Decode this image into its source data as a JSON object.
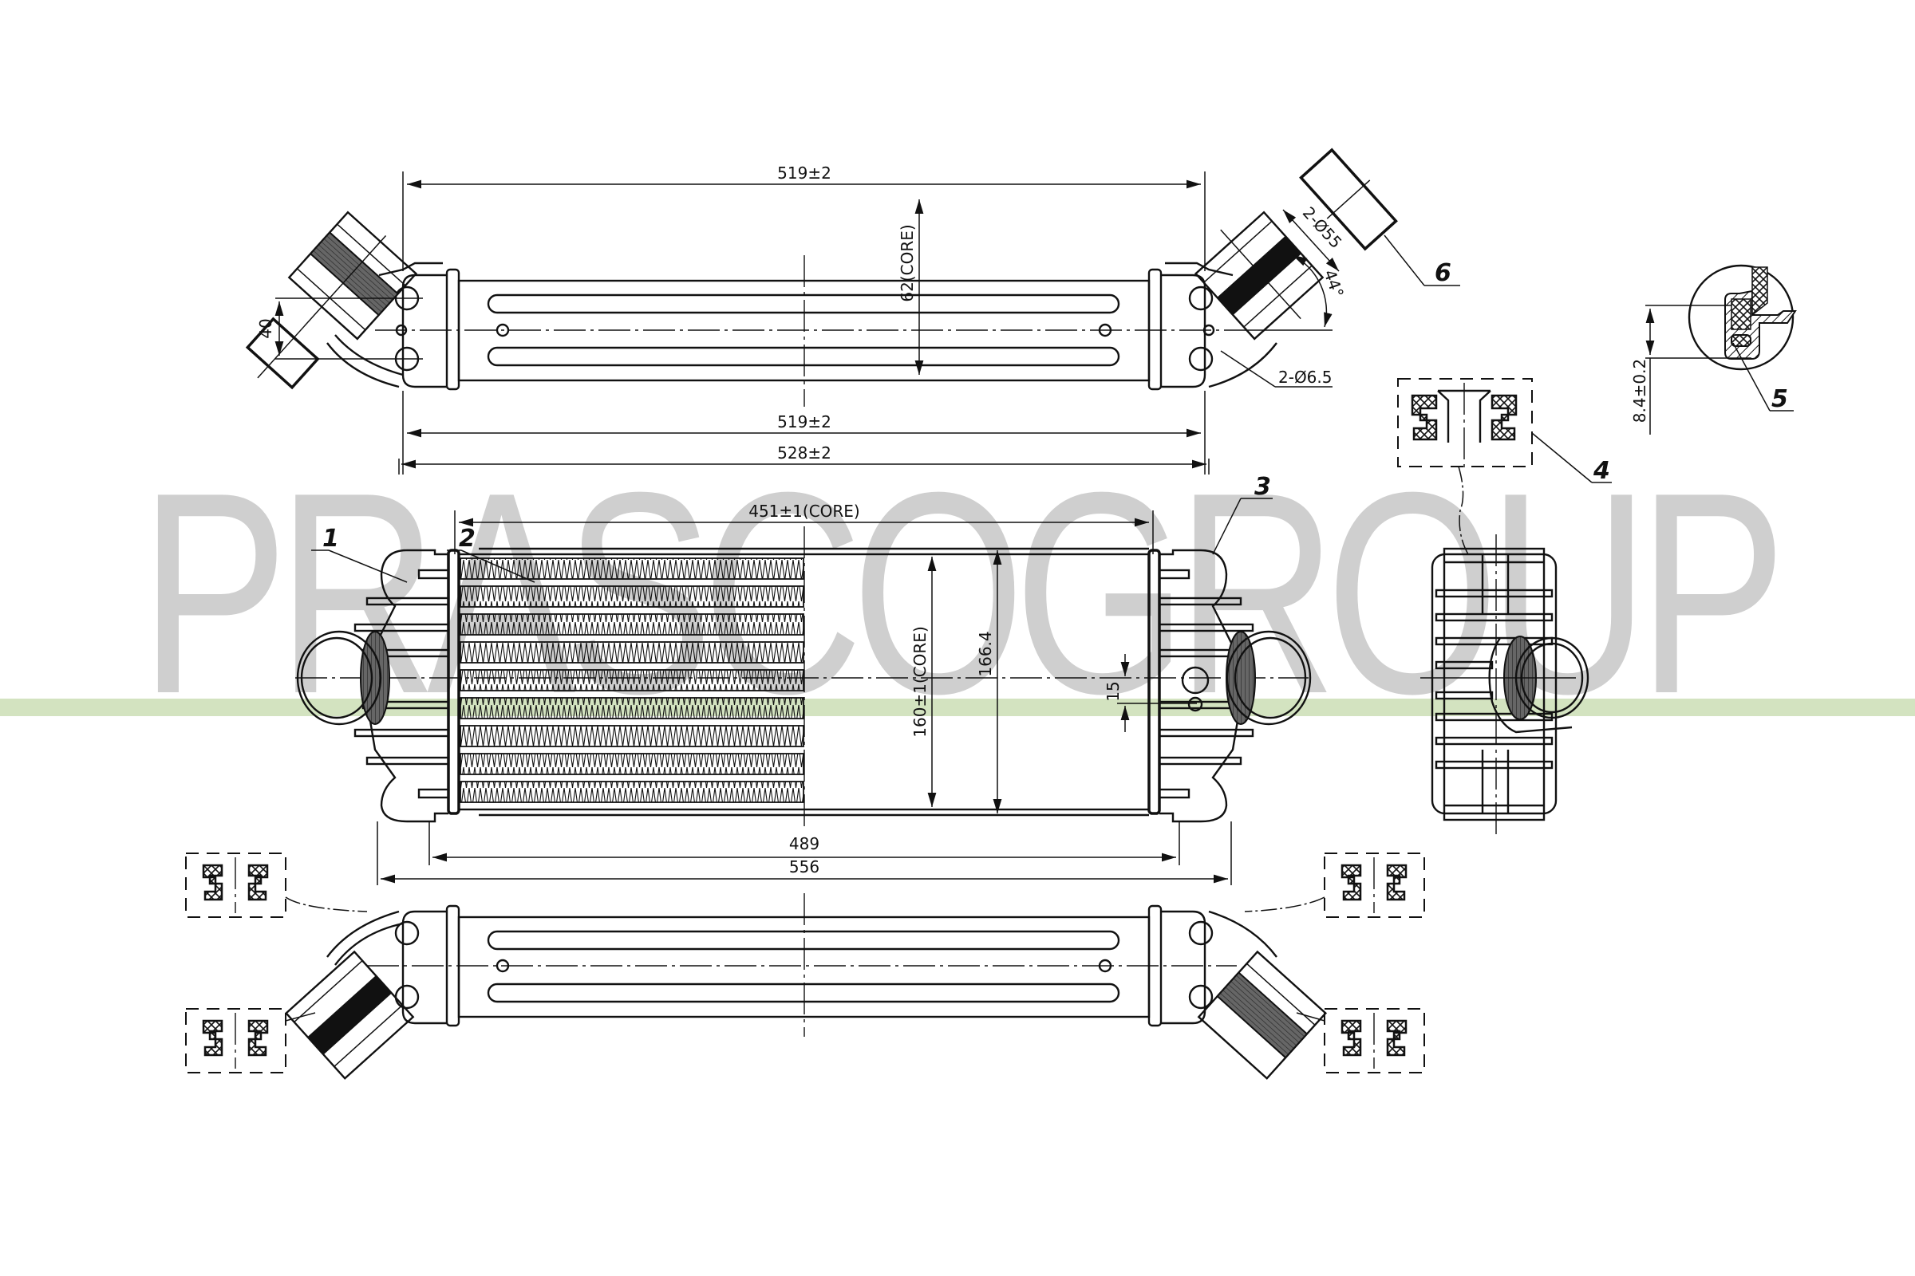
{
  "watermark": {
    "text": "PRASCOGROUP",
    "color": "#cfcfcf",
    "band_color": "#d3e3c0"
  },
  "top_view": {
    "dims": {
      "overall_top": "519±2",
      "core_depth": "62(CORE)",
      "inlet_offset": "40",
      "hose_diameter": "2-Ø55",
      "angle": "44°",
      "mount_hole": "2-Ø6.5",
      "overall_bottom_inner": "519±2",
      "overall_bottom_outer": "528±2"
    }
  },
  "front_view": {
    "dims": {
      "core_width": "451±1(CORE)",
      "core_height": "160±1(CORE)",
      "total_height": "166.4",
      "hole_offset": "15",
      "width_inner": "489",
      "width_overall": "556"
    }
  },
  "detail_5": {
    "dim": "8.4±0.2"
  },
  "callouts": [
    {
      "id": "1",
      "label": "1"
    },
    {
      "id": "2",
      "label": "2"
    },
    {
      "id": "3",
      "label": "3"
    },
    {
      "id": "4",
      "label": "4"
    },
    {
      "id": "5",
      "label": "5"
    },
    {
      "id": "6",
      "label": "6"
    }
  ]
}
